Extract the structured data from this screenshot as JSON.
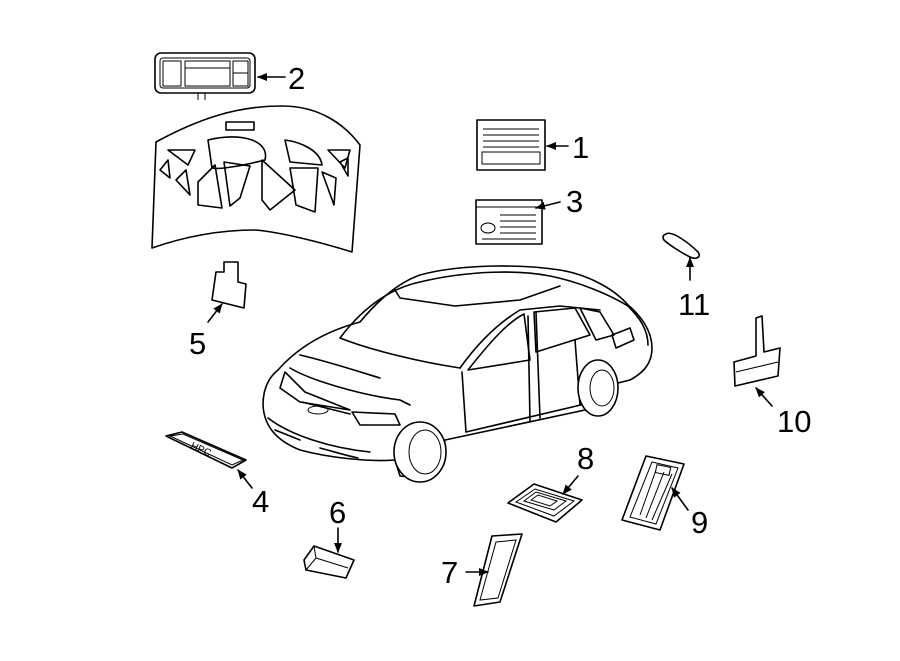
{
  "diagram": {
    "callouts": {
      "c1": "1",
      "c2": "2",
      "c3": "3",
      "c4": "4",
      "c5": "5",
      "c6": "6",
      "c7": "7",
      "c8": "8",
      "c9": "9",
      "c10": "10",
      "c11": "11"
    },
    "hpc_label": "HPC"
  }
}
